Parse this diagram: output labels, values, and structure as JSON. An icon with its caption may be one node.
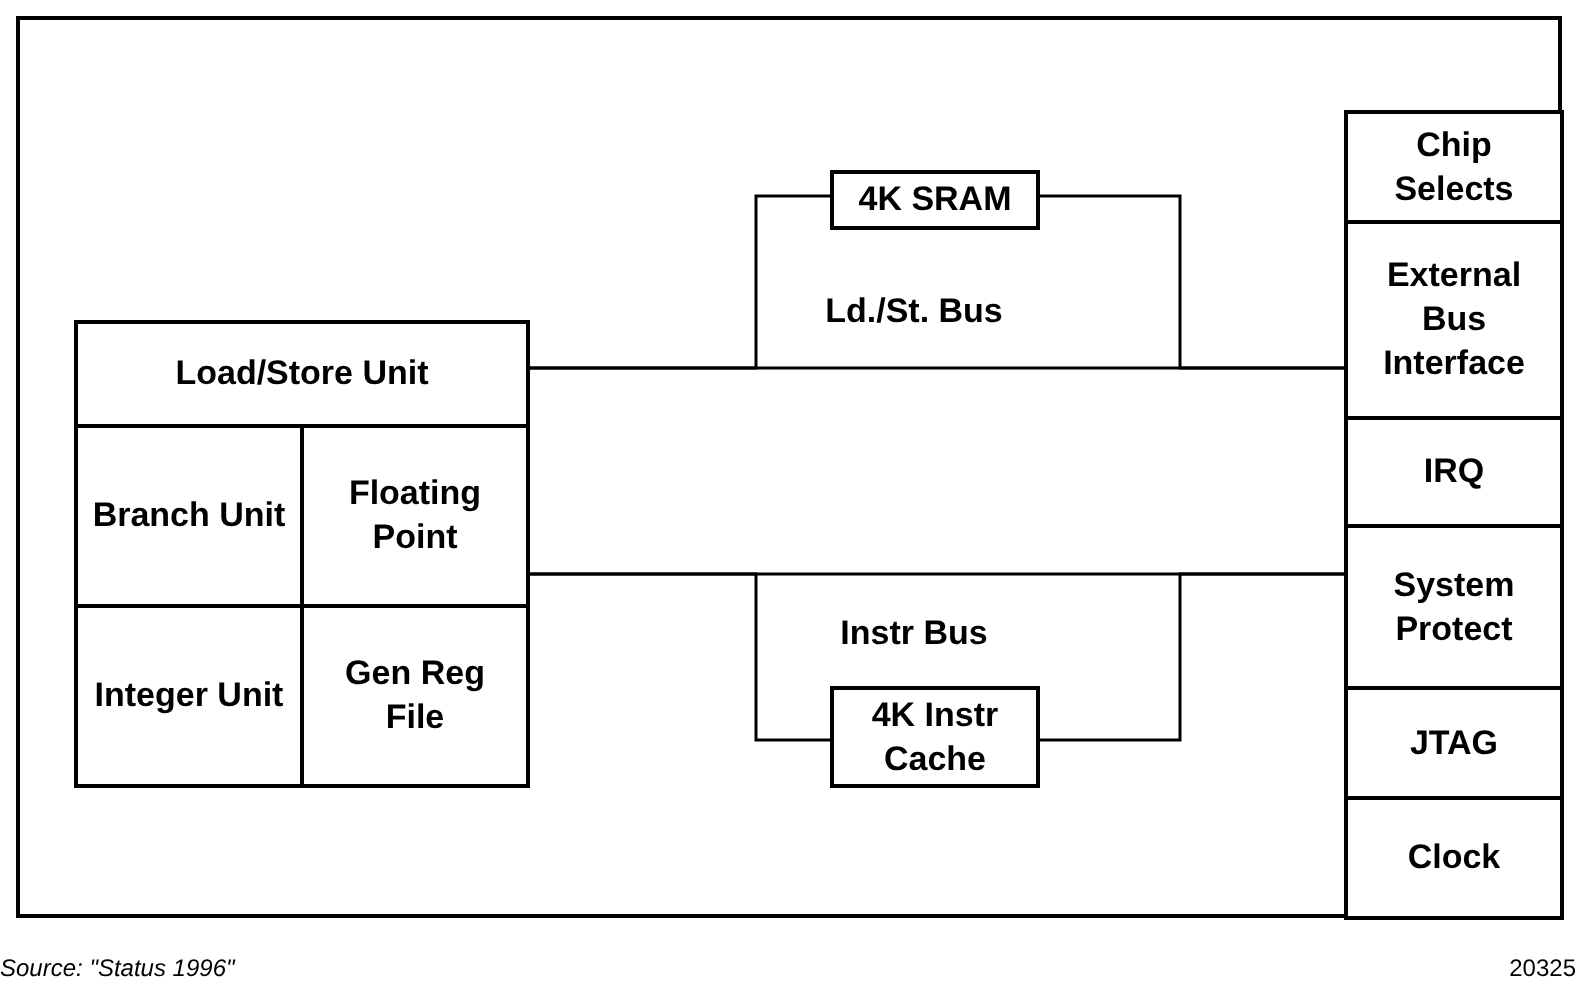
{
  "diagram": {
    "nodes": [
      {
        "text": [
          "Load/Store Unit"
        ]
      },
      {
        "text": [
          "Branch Unit"
        ]
      },
      {
        "text": [
          "Floating Point"
        ]
      },
      {
        "text": [
          "Integer Unit"
        ]
      },
      {
        "text": [
          "Gen Reg File"
        ]
      },
      {
        "text": [
          "4K SRAM"
        ]
      },
      {
        "text": [
          "4K Instr Cache"
        ]
      },
      {
        "text": [
          "Chip Selects"
        ]
      },
      {
        "text": [
          "External Bus Interface"
        ]
      },
      {
        "text": [
          "IRQ"
        ]
      },
      {
        "text": [
          "System Protect"
        ]
      },
      {
        "text": [
          "JTAG"
        ]
      },
      {
        "text": [
          "Clock"
        ]
      }
    ],
    "edges": [
      {
        "from": 0,
        "to": 8,
        "arrow": "none"
      },
      {
        "from": 0,
        "to": 5,
        "arrow": "none"
      },
      {
        "from": 5,
        "to": 8,
        "arrow": "none"
      },
      {
        "from": 2,
        "to": 10,
        "arrow": "none"
      },
      {
        "from": 2,
        "to": 6,
        "arrow": "none"
      },
      {
        "from": 6,
        "to": 10,
        "arrow": "none"
      }
    ],
    "labels": [
      "Ld./St. Bus",
      "Instr Bus",
      "Source:  \"Status 1996\"",
      "20325"
    ]
  }
}
